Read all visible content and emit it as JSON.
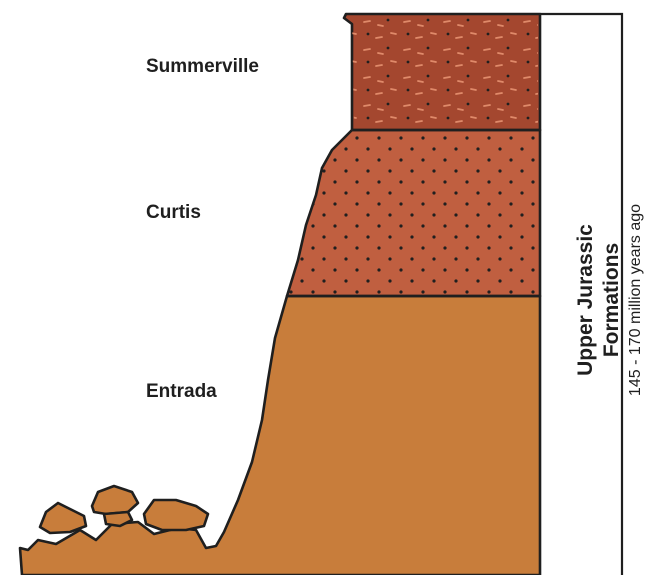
{
  "layers": [
    {
      "name": "Summerville",
      "color": "#a4472f",
      "pattern": "dots-and-dashes"
    },
    {
      "name": "Curtis",
      "color": "#c05f40",
      "pattern": "dots"
    },
    {
      "name": "Entrada",
      "color": "#c87d3b",
      "pattern": "solid"
    }
  ],
  "caption": {
    "title": "Upper Jurassic Formations",
    "subtitle": "145 - 170 million years ago"
  },
  "colors": {
    "outline": "#1f1f1f",
    "background": "#ffffff",
    "dash_accent": "#e08a6a"
  }
}
